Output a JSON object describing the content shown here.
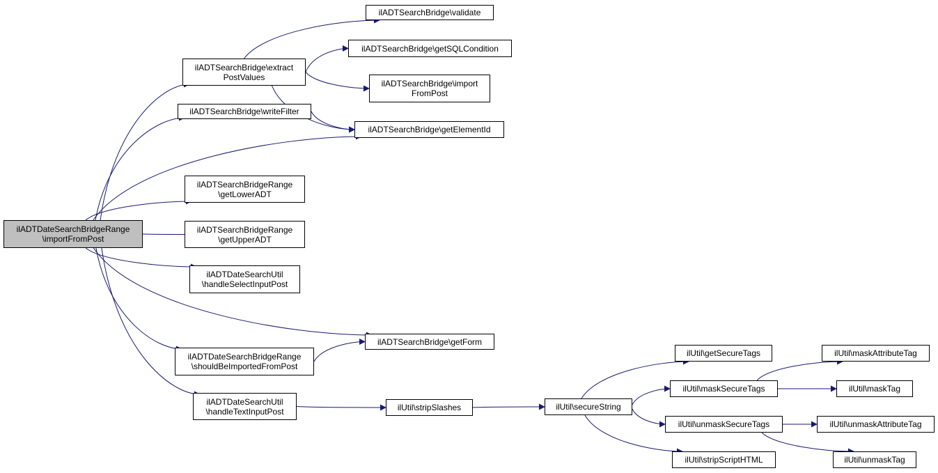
{
  "colors": {
    "edge": "#191970",
    "node_border": "#000000",
    "root_fill": "#bfbfbf",
    "node_fill": "#ffffff"
  },
  "nodes": {
    "root": {
      "line1": "ilADTDateSearchBridgeRange",
      "line2": "\\importFromPost"
    },
    "extract": {
      "line1": "ilADTSearchBridge\\extract",
      "line2": "PostValues"
    },
    "writeFilter": {
      "line1": "ilADTSearchBridge\\writeFilter"
    },
    "getLower": {
      "line1": "ilADTSearchBridgeRange",
      "line2": "\\getLowerADT"
    },
    "getUpper": {
      "line1": "ilADTSearchBridgeRange",
      "line2": "\\getUpperADT"
    },
    "handleSelect": {
      "line1": "ilADTDateSearchUtil",
      "line2": "\\handleSelectInputPost"
    },
    "shouldBe": {
      "line1": "ilADTDateSearchBridgeRange",
      "line2": "\\shouldBeImportedFromPost"
    },
    "handleText": {
      "line1": "ilADTDateSearchUtil",
      "line2": "\\handleTextInputPost"
    },
    "validate": {
      "line1": "ilADTSearchBridge\\validate"
    },
    "getSQL": {
      "line1": "ilADTSearchBridge\\getSQLCondition"
    },
    "importFrom": {
      "line1": "ilADTSearchBridge\\import",
      "line2": "FromPost"
    },
    "getElementId": {
      "line1": "ilADTSearchBridge\\getElementId"
    },
    "getForm": {
      "line1": "ilADTSearchBridge\\getForm"
    },
    "stripSlashes": {
      "line1": "ilUtil\\stripSlashes"
    },
    "secureString": {
      "line1": "ilUtil\\secureString"
    },
    "getSecureTags": {
      "line1": "ilUtil\\getSecureTags"
    },
    "maskSecureTags": {
      "line1": "ilUtil\\maskSecureTags"
    },
    "unmaskSecureTags": {
      "line1": "ilUtil\\unmaskSecureTags"
    },
    "stripScript": {
      "line1": "ilUtil\\stripScriptHTML"
    },
    "maskAttr": {
      "line1": "ilUtil\\maskAttributeTag"
    },
    "maskTag": {
      "line1": "ilUtil\\maskTag"
    },
    "unmaskAttr": {
      "line1": "ilUtil\\unmaskAttributeTag"
    },
    "unmaskTag": {
      "line1": "ilUtil\\unmaskTag"
    }
  },
  "edges": [
    [
      "root",
      "extract"
    ],
    [
      "root",
      "writeFilter"
    ],
    [
      "root",
      "getElementId"
    ],
    [
      "root",
      "getLower"
    ],
    [
      "root",
      "getUpper"
    ],
    [
      "root",
      "handleSelect"
    ],
    [
      "root",
      "getForm"
    ],
    [
      "root",
      "shouldBe"
    ],
    [
      "root",
      "handleText"
    ],
    [
      "extract",
      "validate"
    ],
    [
      "extract",
      "getSQL"
    ],
    [
      "extract",
      "importFrom"
    ],
    [
      "extract",
      "getElementId"
    ],
    [
      "writeFilter",
      "getElementId"
    ],
    [
      "shouldBe",
      "getForm"
    ],
    [
      "handleText",
      "stripSlashes"
    ],
    [
      "stripSlashes",
      "secureString"
    ],
    [
      "secureString",
      "getSecureTags"
    ],
    [
      "secureString",
      "maskSecureTags"
    ],
    [
      "secureString",
      "unmaskSecureTags"
    ],
    [
      "secureString",
      "stripScript"
    ],
    [
      "maskSecureTags",
      "maskAttr"
    ],
    [
      "maskSecureTags",
      "maskTag"
    ],
    [
      "unmaskSecureTags",
      "unmaskAttr"
    ],
    [
      "unmaskSecureTags",
      "unmaskTag"
    ]
  ]
}
